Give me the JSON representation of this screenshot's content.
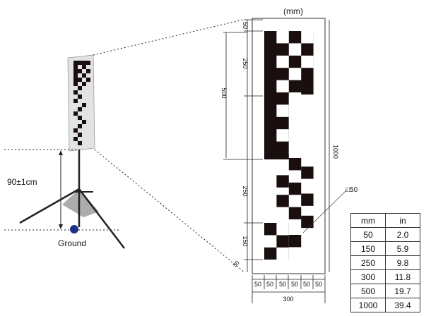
{
  "diagram": {
    "unit_label": "(mm)",
    "height_label": "90±1cm",
    "ground_label": "Ground",
    "square_label": "□50",
    "colors": {
      "ink": "#1a0f0f",
      "tripod_fill": "#909090",
      "ground_dot": "#1f2f8c"
    },
    "vertical_dims": [
      "50",
      "250",
      "500",
      "250",
      "150",
      "50"
    ],
    "total_height": "1000",
    "bottom_dims": [
      "50",
      "50",
      "50",
      "50",
      "50",
      "50"
    ],
    "total_width": "300"
  },
  "table": {
    "headers": [
      "mm",
      "in"
    ],
    "rows": [
      [
        "50",
        "2.0"
      ],
      [
        "150",
        "5.9"
      ],
      [
        "250",
        "9.8"
      ],
      [
        "300",
        "11.8"
      ],
      [
        "500",
        "19.7"
      ],
      [
        "1000",
        "39.4"
      ]
    ]
  }
}
